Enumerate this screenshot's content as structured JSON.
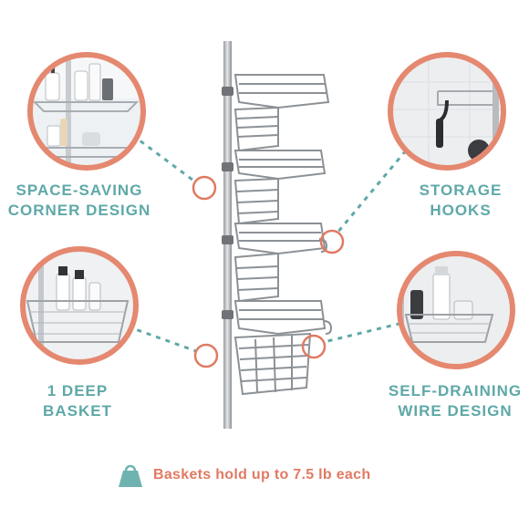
{
  "features": [
    {
      "line1": "SPACE-SAVING",
      "line2": "CORNER DESIGN"
    },
    {
      "line1": "STORAGE",
      "line2": "HOOKS"
    },
    {
      "line1": "1 DEEP",
      "line2": "BASKET"
    },
    {
      "line1": "SELF-DRAINING",
      "line2": "WIRE DESIGN"
    }
  ],
  "footer": {
    "text": "Baskets hold up to 7.5 lb each",
    "icon": "weight-icon"
  },
  "colors": {
    "teal": "#5fa8a8",
    "coral": "#e07a63"
  }
}
